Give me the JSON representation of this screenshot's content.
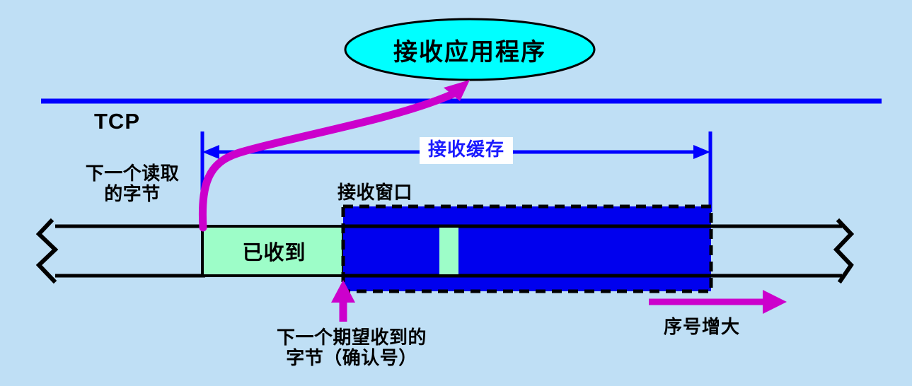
{
  "diagram": {
    "title_app": "接收应用程序",
    "protocol_label": "TCP",
    "buffer_label": "接收缓存",
    "window_label": "接收窗口",
    "received_label": "已收到",
    "next_read_label": "下一个读取\n的字节",
    "ack_label": "下一个期望收到的\n字节（确认号）",
    "seq_increase_label": "序号增大"
  },
  "colors": {
    "background": "#bfdff5",
    "app_ellipse_fill": "#00ffff",
    "app_ellipse_stroke": "#000000",
    "protocol_line": "#0000ff",
    "buffer_arrow": "#0000ff",
    "buffer_label_text": "#1a1aff",
    "buffer_label_bg": "#ffffff",
    "received_fill": "#9dfdc8",
    "window_fill": "#0000ee",
    "window_border": "#000000",
    "flow_arrow": "#cc00cc",
    "bar_outline": "#000000",
    "text": "#000000"
  }
}
